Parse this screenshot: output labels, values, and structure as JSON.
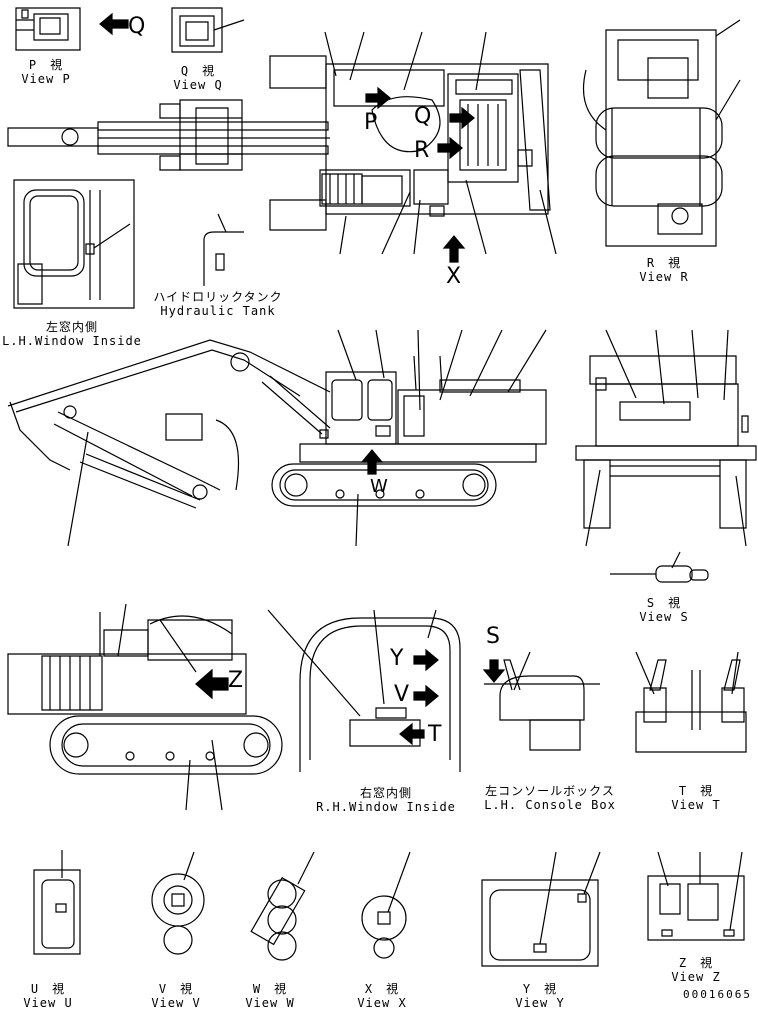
{
  "views": {
    "p": {
      "jp": "P　視",
      "en": "View P"
    },
    "q": {
      "jp": "Q　視",
      "en": "View Q"
    },
    "r": {
      "jp": "R　視",
      "en": "View R"
    },
    "s": {
      "jp": "S　視",
      "en": "View S"
    },
    "t": {
      "jp": "T　視",
      "en": "View T"
    },
    "u": {
      "jp": "U　視",
      "en": "View U"
    },
    "v": {
      "jp": "V　視",
      "en": "View V"
    },
    "w": {
      "jp": "W　視",
      "en": "View W"
    },
    "x": {
      "jp": "X　視",
      "en": "View X"
    },
    "y": {
      "jp": "Y　視",
      "en": "View Y"
    },
    "z": {
      "jp": "Z　視",
      "en": "View Z"
    }
  },
  "captions": {
    "hydraulic_tank": {
      "jp": "ハイドロリックタンク",
      "en": "Hydraulic Tank"
    },
    "lh_window": {
      "jp": "左窓内側",
      "en": "L.H.Window Inside"
    },
    "rh_window": {
      "jp": "右窓内側",
      "en": "R.H.Window Inside"
    },
    "lh_console": {
      "jp": "左コンソールボックス",
      "en": "L.H. Console Box"
    }
  },
  "arrow_letters": {
    "p": "P",
    "q": "Q",
    "r": "R",
    "s": "S",
    "t": "T",
    "v": "V",
    "w": "W",
    "x": "X",
    "y": "Y",
    "z": "Z"
  },
  "drawing_code": "00016065"
}
